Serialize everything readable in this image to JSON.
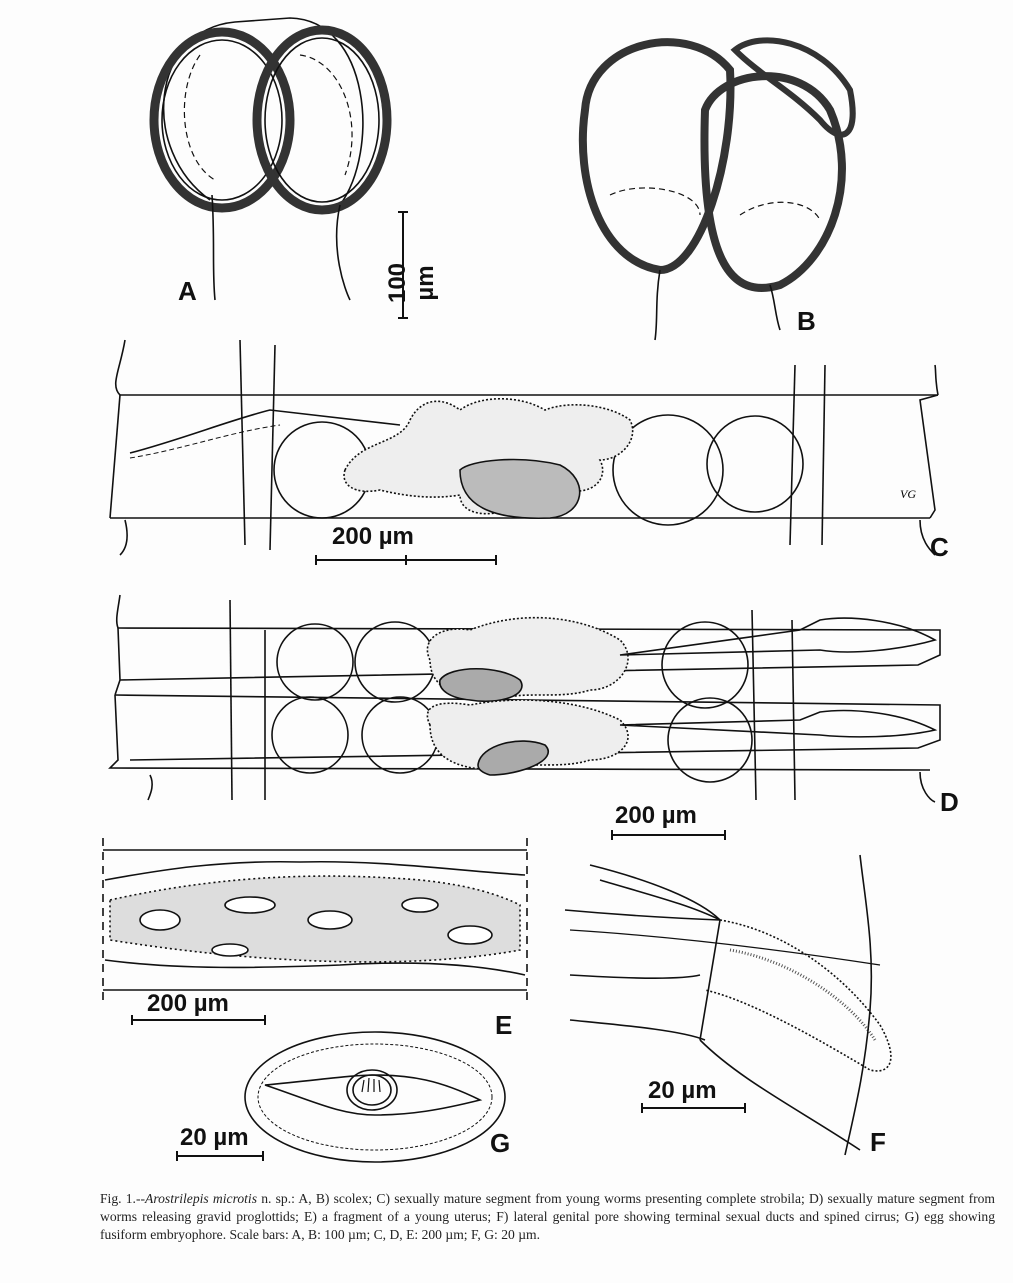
{
  "panels": {
    "A": {
      "label": "A",
      "scale_bar": "100 µm"
    },
    "B": {
      "label": "B"
    },
    "C": {
      "label": "C",
      "scale_bar": "200 µm",
      "initials": "VG"
    },
    "D": {
      "label": "D",
      "scale_bar": "200 µm"
    },
    "E": {
      "label": "E",
      "scale_bar": "200 µm"
    },
    "F": {
      "label": "F",
      "scale_bar": "20 µm"
    },
    "G": {
      "label": "G",
      "scale_bar": "20 µm"
    }
  },
  "caption": {
    "prefix": "Fig. 1.--",
    "species": "Arostrilepis microtis",
    "text": " n. sp.: A, B) scolex; C) sexually mature segment from young worms presenting complete strobila; D) sexually mature segment from worms releasing gravid proglottids; E) a fragment of a young uterus; F) lateral genital pore showing terminal sexual ducts and spined cirrus; G) egg showing fusiform embryophore. Scale bars: A, B: 100 µm; C, D, E: 200 µm; F, G: 20 µm."
  }
}
